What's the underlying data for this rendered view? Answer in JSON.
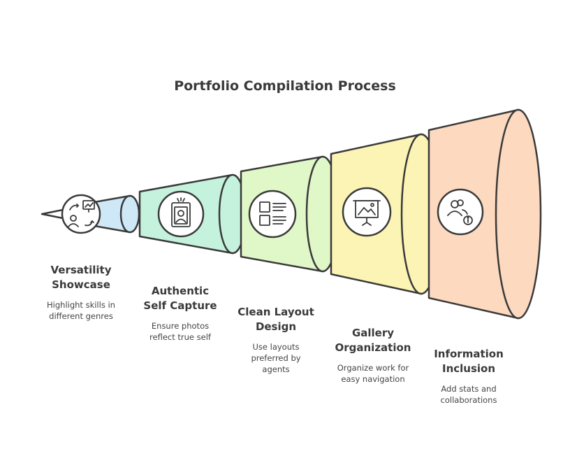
{
  "title": "Portfolio Compilation Process",
  "steps": [
    {
      "title_lines": [
        "Versatility",
        "Showcase"
      ],
      "desc_lines": [
        "Highlight skills in",
        "different genres"
      ],
      "color": "#cfe8f7",
      "icon": "people-presentation-icon"
    },
    {
      "title_lines": [
        "Authentic",
        "Self Capture"
      ],
      "desc_lines": [
        "Ensure photos",
        "reflect true self"
      ],
      "color": "#c5f2dc",
      "icon": "self-portrait-icon"
    },
    {
      "title_lines": [
        "Clean Layout",
        "Design"
      ],
      "desc_lines": [
        "Use layouts",
        "preferred by",
        "agents"
      ],
      "color": "#e0f7c8",
      "icon": "layout-grid-icon"
    },
    {
      "title_lines": [
        "Gallery",
        "Organization"
      ],
      "desc_lines": [
        "Organize work for",
        "easy navigation"
      ],
      "color": "#fbf4b4",
      "icon": "gallery-board-icon"
    },
    {
      "title_lines": [
        "Information",
        "Inclusion"
      ],
      "desc_lines": [
        "Add stats and",
        "collaborations"
      ],
      "color": "#fcd9bf",
      "icon": "user-info-icon"
    }
  ]
}
